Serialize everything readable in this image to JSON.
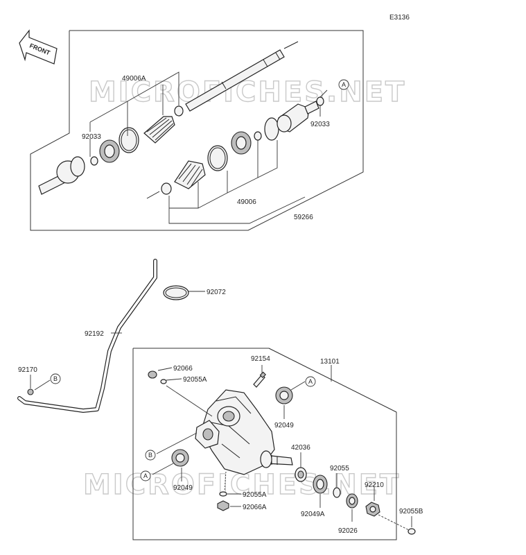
{
  "diagram_code": "E3136",
  "front_label": "FRONT",
  "watermark": "MICROFICHES.NET",
  "parts": {
    "p49006A": "49006A",
    "p92033_left": "92033",
    "p92033_right": "92033",
    "p49006": "49006",
    "p59266": "59266",
    "p92072": "92072",
    "p92192": "92192",
    "p92170": "92170",
    "p92066": "92066",
    "p92055A_top": "92055A",
    "p92154": "92154",
    "p13101": "13101",
    "p92049_top": "92049",
    "p42036": "42036",
    "p92055": "92055",
    "p92210": "92210",
    "p92049_bottom": "92049",
    "p92055A_bottom": "92055A",
    "p92066A": "92066A",
    "p92049A": "92049A",
    "p92026": "92026",
    "p92055B": "92055B"
  },
  "callouts": {
    "a_top": "A",
    "a_mid": "A",
    "a_bottom": "A",
    "b_hose": "B",
    "b_diff": "B"
  }
}
